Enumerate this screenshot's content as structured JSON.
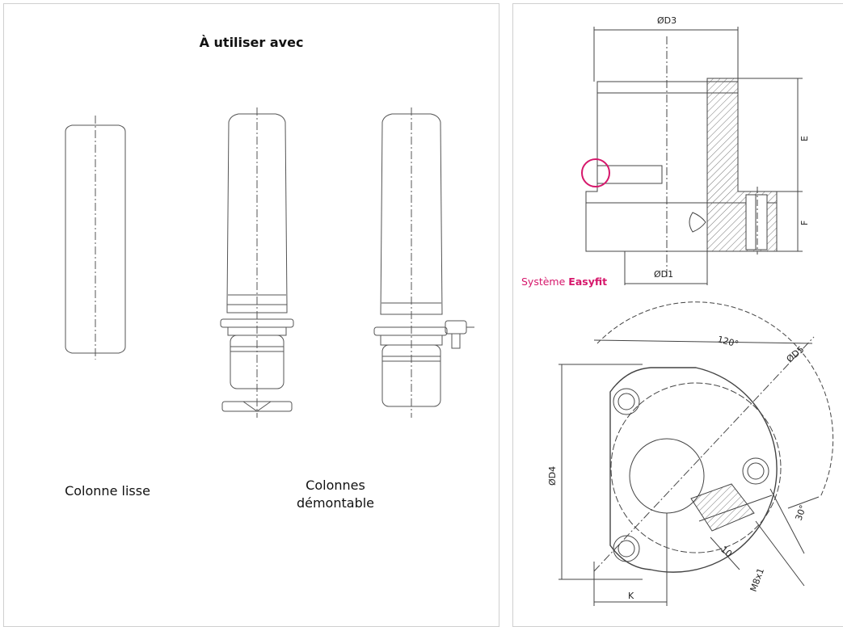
{
  "left": {
    "title": "À utiliser avec",
    "caption_lisse": "Colonne lisse",
    "caption_demontable_line1": "Colonnes",
    "caption_demontable_line2": "démontable"
  },
  "right": {
    "system_prefix": "Système ",
    "system_brand": "Easyfit",
    "dims": {
      "d3": "ØD3",
      "e": "E",
      "f": "F",
      "d1": "ØD1",
      "angle120": "120°",
      "d5": "ØD5",
      "d4": "ØD4",
      "angle30": "30°",
      "ten": "10",
      "m8": "M8x1",
      "k": "K"
    }
  },
  "colors": {
    "accent": "#d6176b",
    "line": "#444444"
  }
}
